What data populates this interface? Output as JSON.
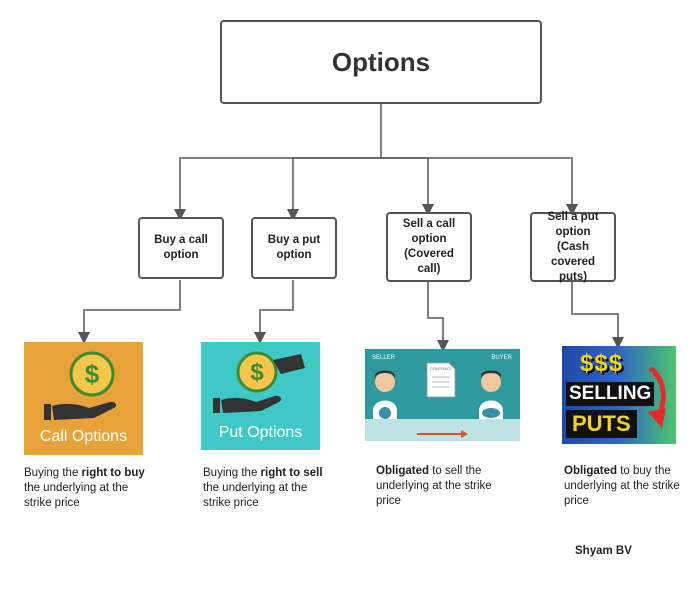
{
  "root": {
    "title": "Options"
  },
  "strategies": [
    {
      "label": "Buy a call option",
      "desc_lead": "Buying the ",
      "desc_bold": "right to buy",
      "desc_tail": " the underlying at the strike price"
    },
    {
      "label": "Buy a put option",
      "desc_lead": "Buying the ",
      "desc_bold": "right to sell",
      "desc_tail": " the underlying at the strike price"
    },
    {
      "label": "Sell a call option (Covered call)",
      "desc_lead": "",
      "desc_bold": "Obligated",
      "desc_tail": " to sell the underlying at the strike price"
    },
    {
      "label": "Sell a put option (Cash covered puts)",
      "desc_lead": "",
      "desc_bold": "Obligated",
      "desc_tail": " to buy the underlying at the strike price"
    }
  ],
  "tiles": {
    "call": {
      "caption": "Call Options",
      "bg": "#e8a23a"
    },
    "put": {
      "caption": "Put Options",
      "bg": "#3ec9c6"
    },
    "covered_call": {
      "seller": "SELLER",
      "buyer": "BUYER",
      "contract": "CONTRACT",
      "bg": "#2e9aa0"
    },
    "selling_puts": {
      "line1": "$$$",
      "line2": "SELLING",
      "line3": "PUTS"
    }
  },
  "credit": "Shyam BV",
  "colors": {
    "connector": "#555555",
    "gold": "#e8a23a",
    "teal": "#3ec9c6",
    "dollar_green": "#3d8b2e"
  }
}
